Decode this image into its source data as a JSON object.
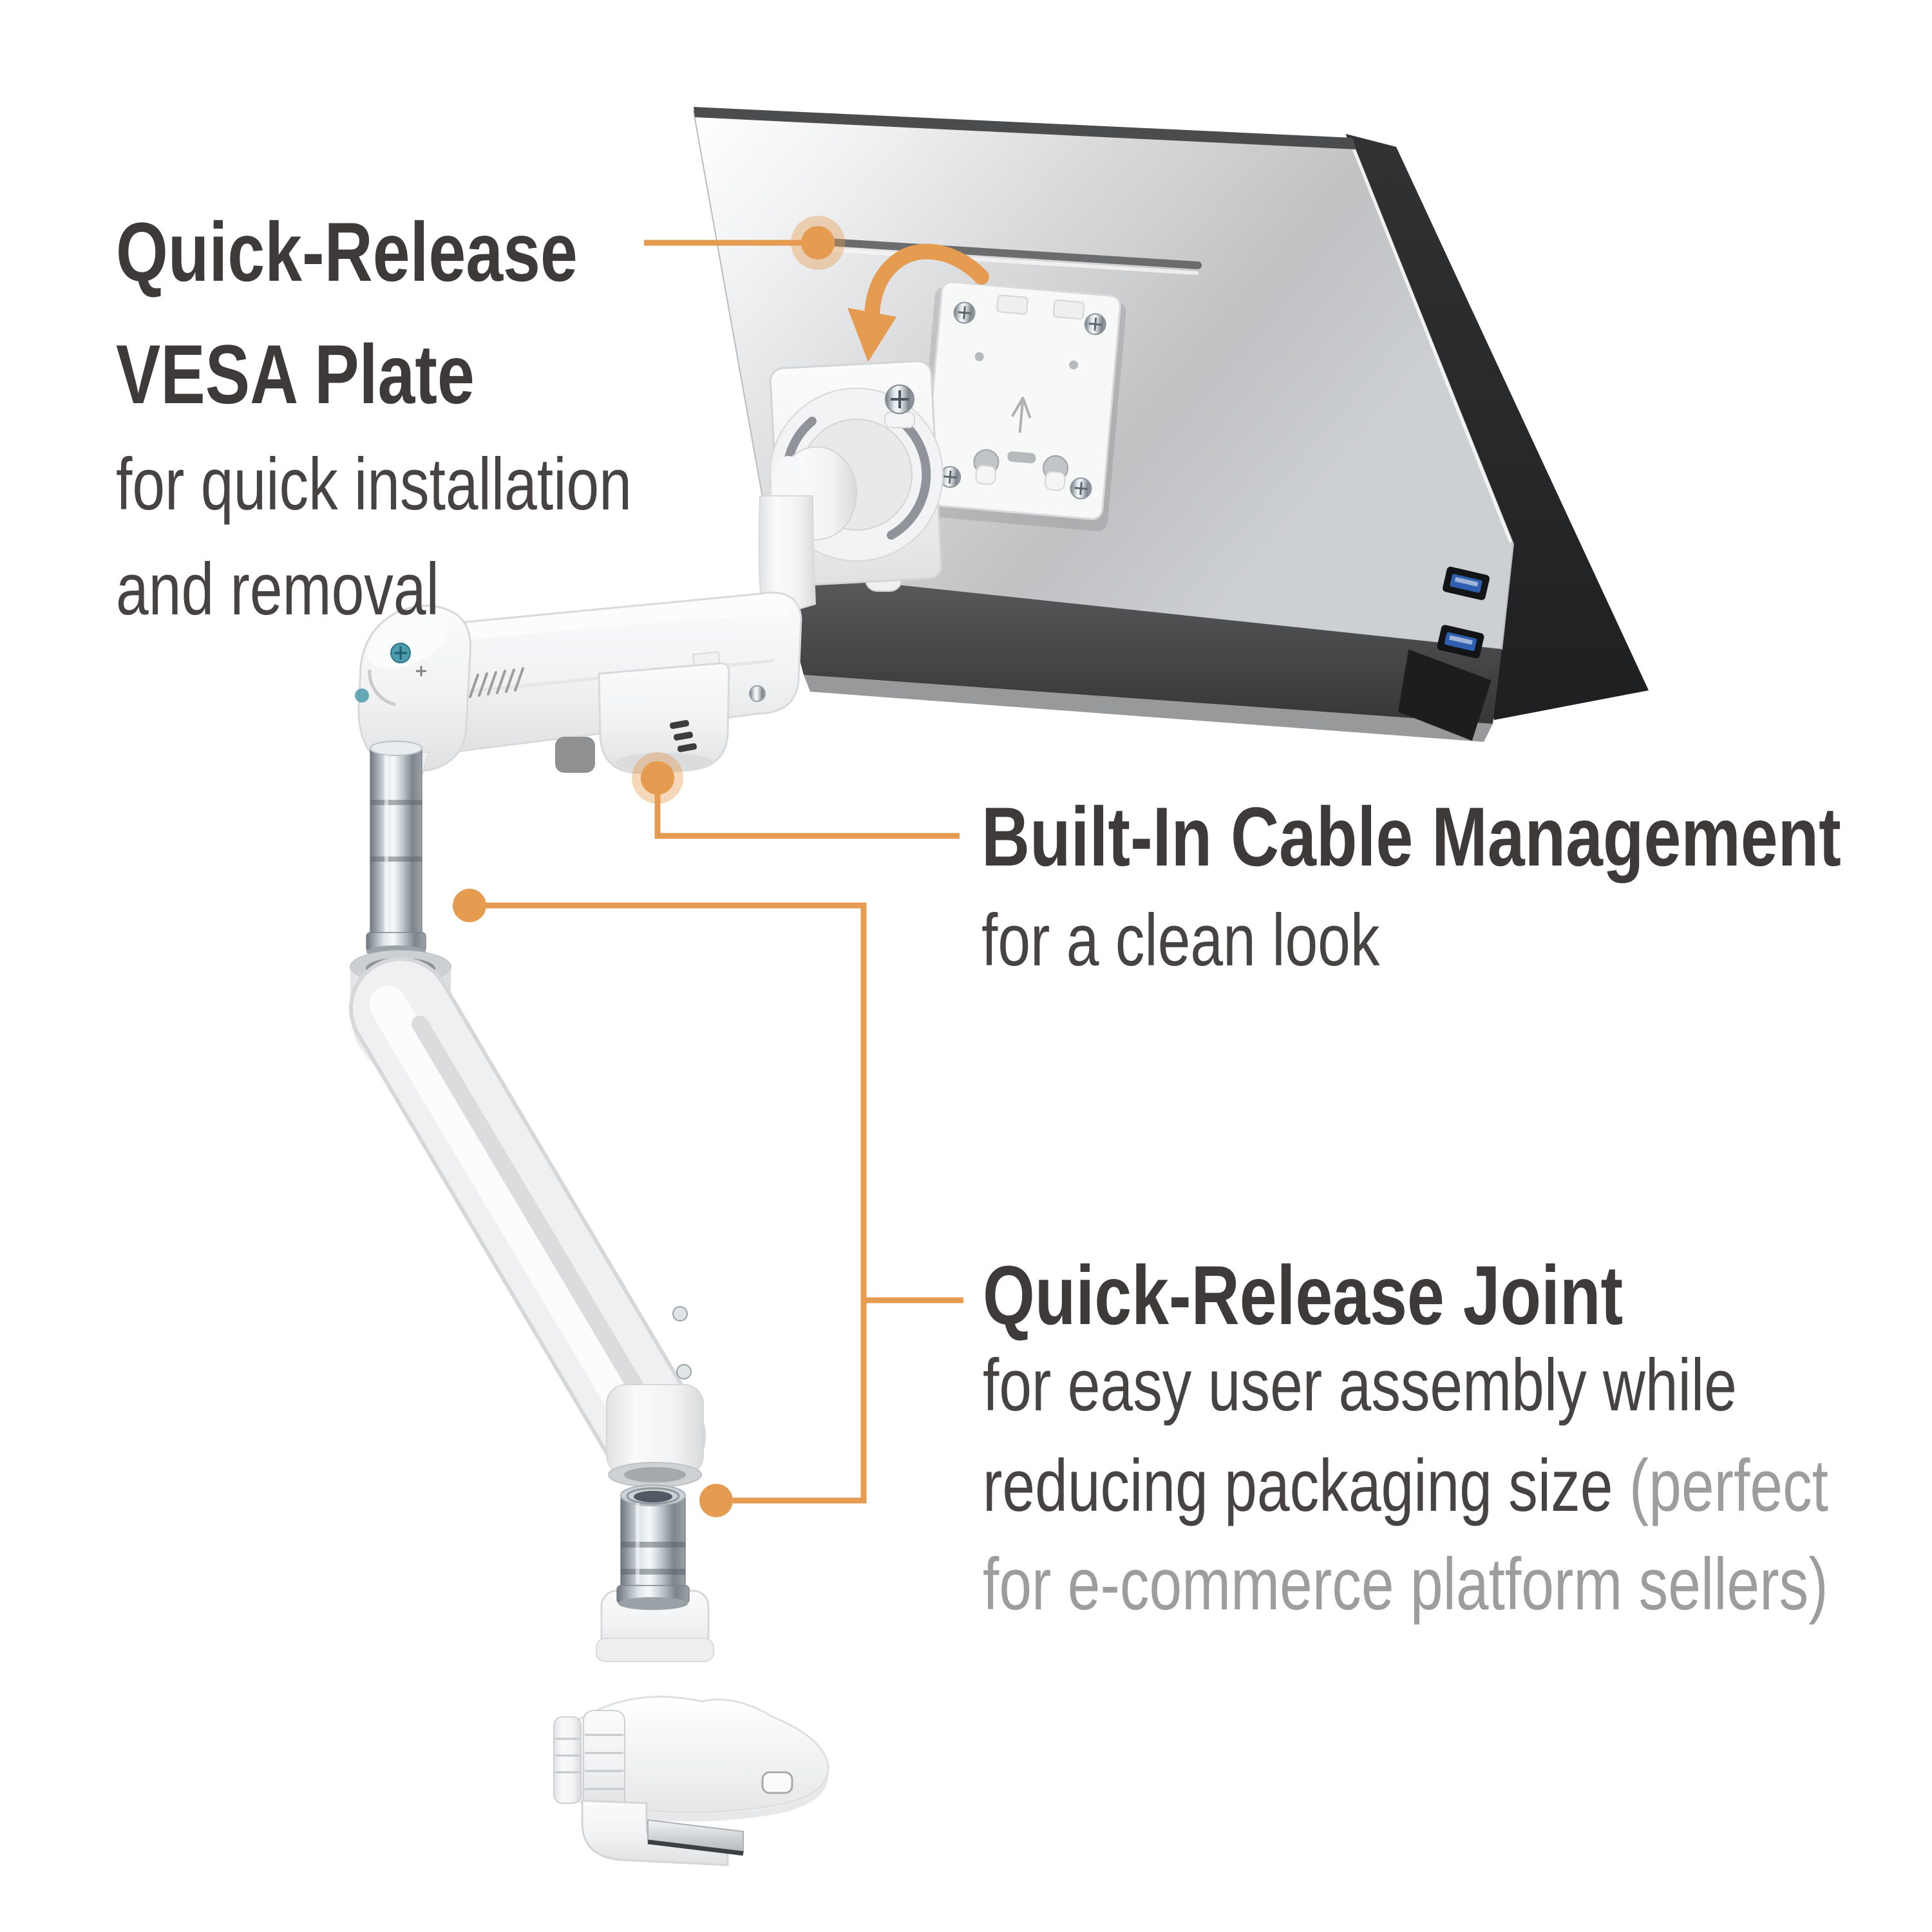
{
  "theme": {
    "accent": "#E59C51",
    "accent-soft": "rgba(229,156,81,0.4)",
    "title-color": "#3E3A39",
    "body-color": "#474343",
    "muted-color": "#9D9D9D",
    "background": "#FFFFFF"
  },
  "callouts": {
    "vesa": {
      "title_line1": "Quick-Release",
      "title_line2": "VESA Plate",
      "desc_line1": "for quick installation",
      "desc_line2": "and removal"
    },
    "cable": {
      "title": "Built-In Cable Management",
      "desc": "for a clean look"
    },
    "joint": {
      "title": "Quick-Release Joint",
      "desc_line1": "for easy user assembly while",
      "desc_line2_dark": "reducing packaging size",
      "desc_line2_muted": " (perfect",
      "desc_line3_muted": "for e-commerce platform sellers)"
    }
  },
  "illustration": {
    "subject": "single monitor arm with quick-release exploded joints, rear view of monitor",
    "icons": [
      "rotate-arrow-icon",
      "callout-dot",
      "usb-port"
    ]
  }
}
